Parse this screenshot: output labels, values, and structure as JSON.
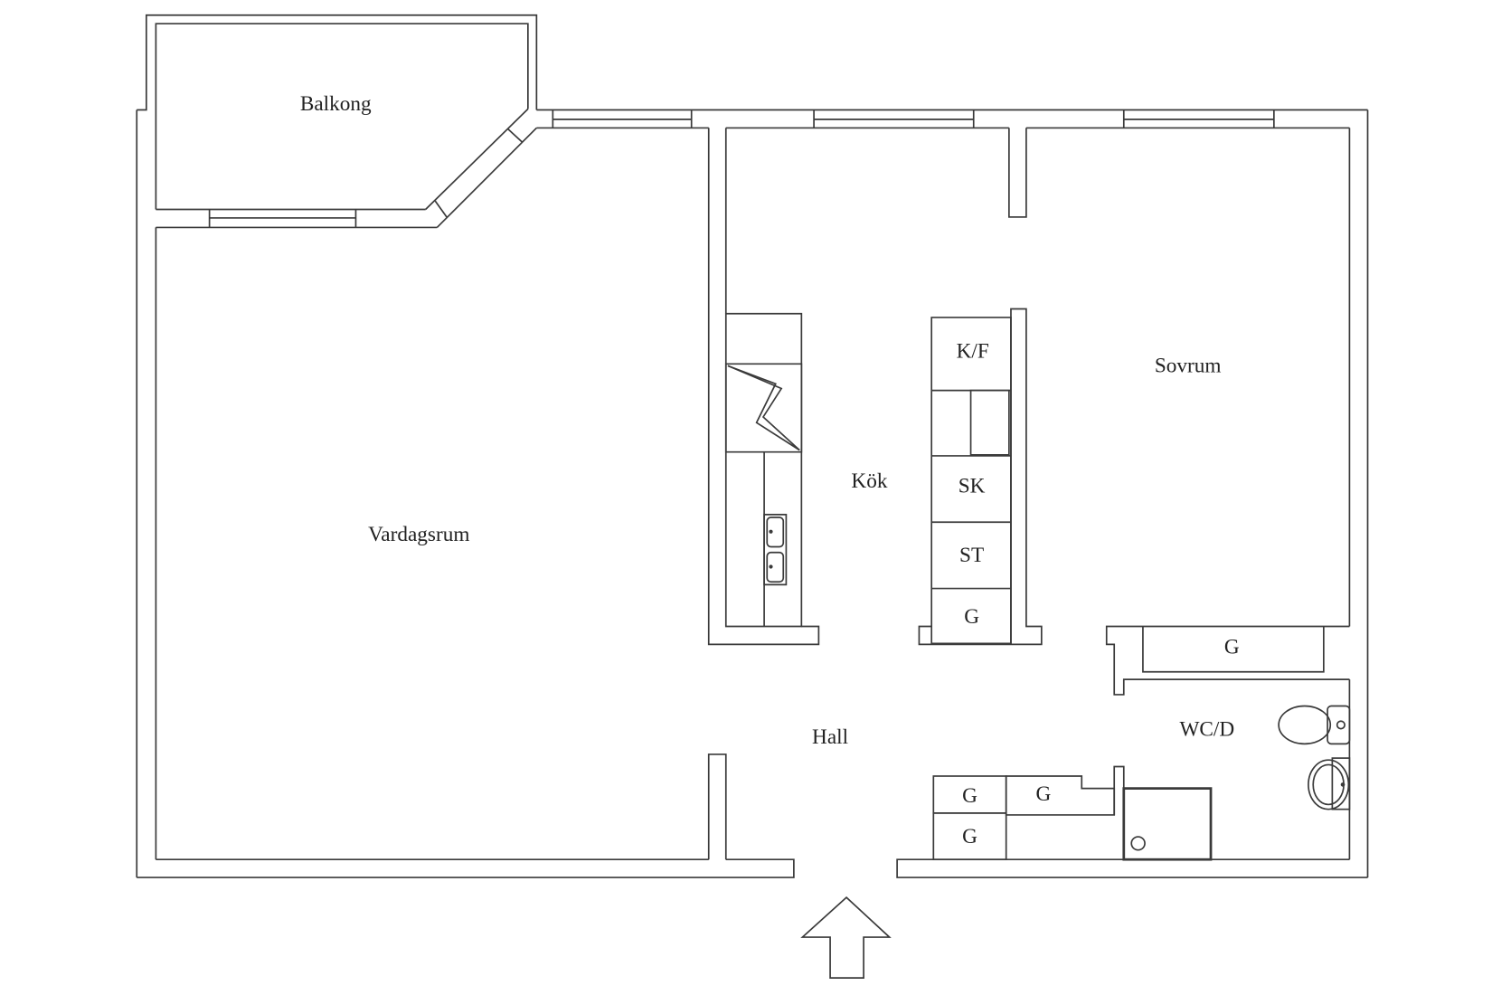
{
  "plan": {
    "rooms": {
      "balcony": "Balkong",
      "living_room": "Vardagsrum",
      "kitchen": "Kök",
      "bedroom": "Sovrum",
      "hall": "Hall",
      "bathroom": "WC/D"
    },
    "fixtures": {
      "fridge_freezer": "K/F",
      "cabinet_sk": "SK",
      "cabinet_st": "ST",
      "kitchen_wardrobe": "G",
      "bedroom_wardrobe": "G",
      "hall_wardrobe_upper": "G",
      "hall_wardrobe_side": "G",
      "hall_wardrobe_lower": "G"
    }
  },
  "icons": {
    "entrance": "entrance-arrow-icon",
    "ventilation": "ventilation-shaft-icon",
    "sink": "kitchen-sink-icon",
    "toilet": "toilet-icon",
    "washbasin": "washbasin-icon",
    "shower": "shower-icon"
  },
  "colors": {
    "line": "#3a3a3a",
    "text": "#222222",
    "background": "#ffffff"
  }
}
